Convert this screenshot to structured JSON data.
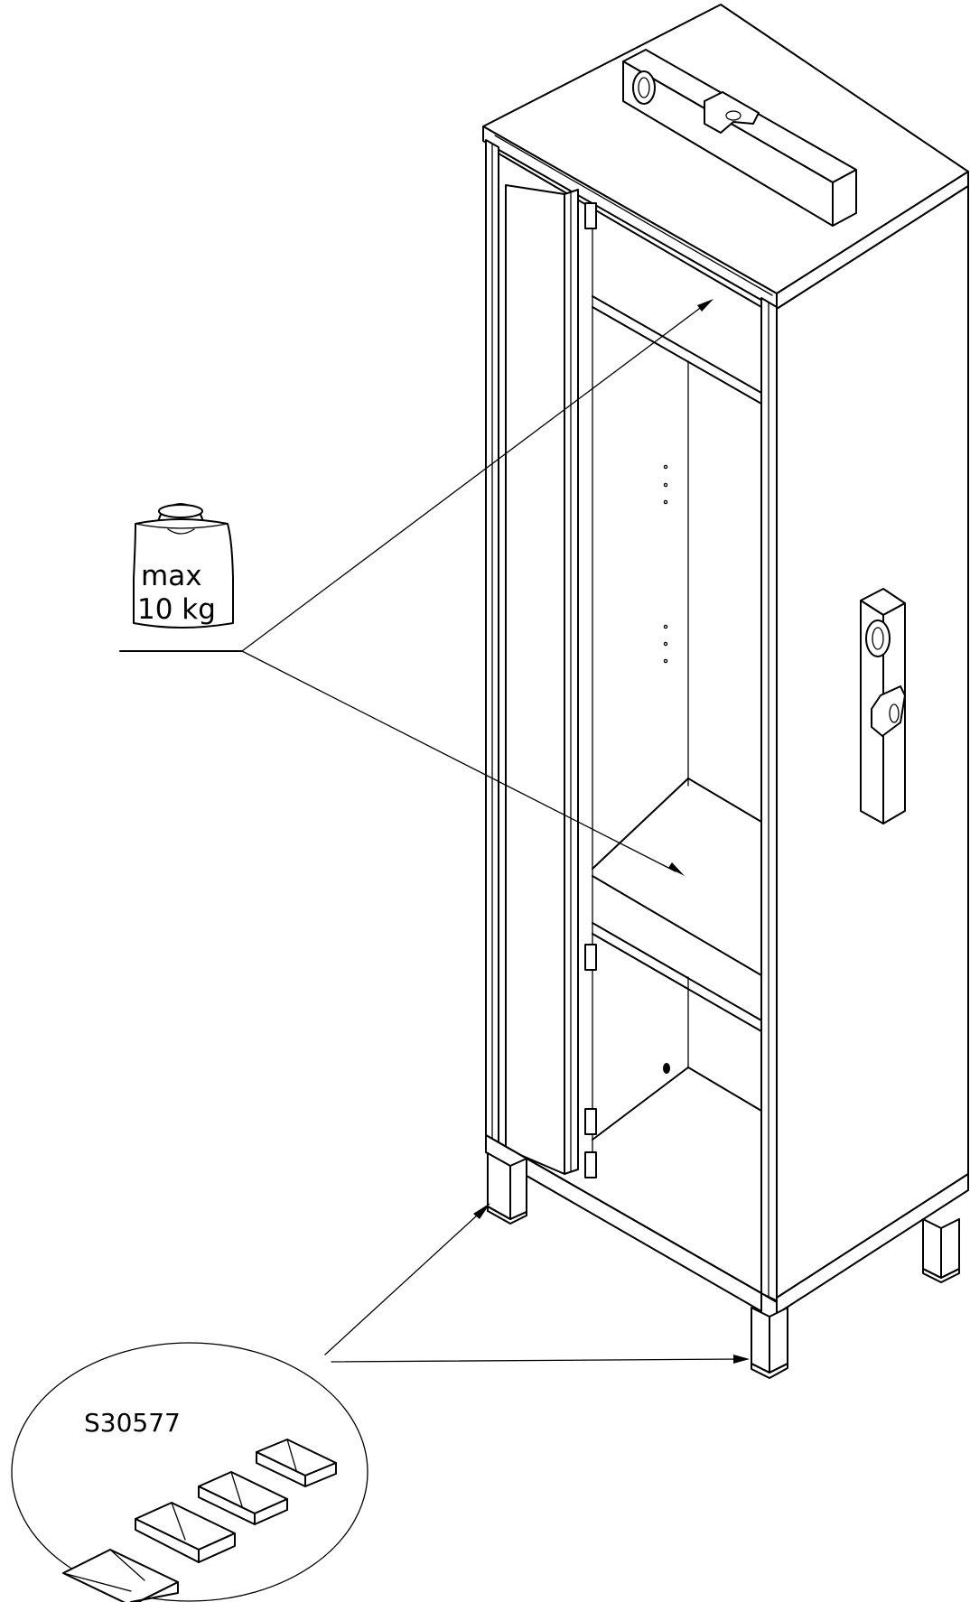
{
  "weight_label": {
    "line1": "max",
    "line2": "10 kg"
  },
  "part_label": "S30577",
  "colors": {
    "line": "#000000",
    "background": "#ffffff"
  }
}
